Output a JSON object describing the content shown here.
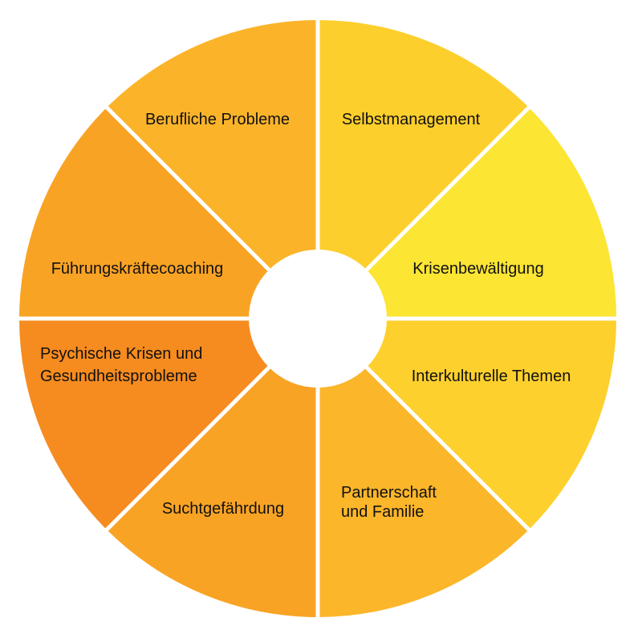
{
  "segments": [
    {
      "id": "selbstmanagement",
      "lines": [
        "Selbstmanagement"
      ],
      "color": "#FDCF2C"
    },
    {
      "id": "krisenbewaeltigung",
      "lines": [
        "Krisenbewältigung"
      ],
      "color": "#FCE533"
    },
    {
      "id": "interkulturelle-themen",
      "lines": [
        "Interkulturelle Themen"
      ],
      "color": "#FDD02D"
    },
    {
      "id": "partnerschaft-familie",
      "lines": [
        "Partnerschaft",
        "und Familie"
      ],
      "color": "#FBB62A"
    },
    {
      "id": "suchtgefaehrdung",
      "lines": [
        "Suchtgefährdung"
      ],
      "color": "#F9A325"
    },
    {
      "id": "psychische-krisen",
      "lines": [
        "Psychische Krisen und",
        "Gesundheitsprobleme"
      ],
      "color": "#F68B1F"
    },
    {
      "id": "fuehrungskraeftecoaching",
      "lines": [
        "Führungskräftecoaching"
      ],
      "color": "#F9A325"
    },
    {
      "id": "berufliche-probleme",
      "lines": [
        "Berufliche Probleme"
      ],
      "color": "#FBB42A"
    }
  ],
  "colors": {
    "separator": "#ffffff",
    "hub": "#ffffff",
    "text": "#111111"
  }
}
